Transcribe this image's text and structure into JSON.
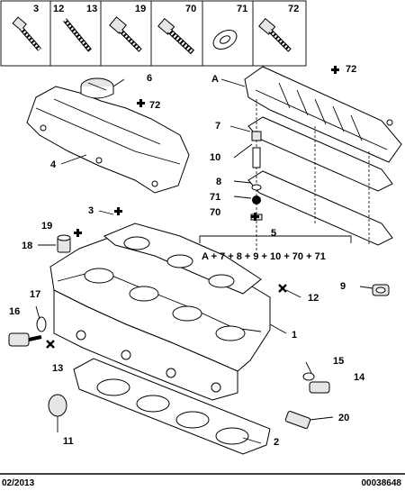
{
  "header_parts": [
    "3",
    "12",
    "13",
    "19",
    "70",
    "71",
    "72"
  ],
  "labels": {
    "a_cover": "A",
    "l72_top": "72",
    "l6": "6",
    "l72_mid": "72",
    "l4": "4",
    "l7": "7",
    "l10": "10",
    "l8": "8",
    "l71": "71",
    "l70": "70",
    "l3": "3",
    "l19": "19",
    "l18": "18",
    "l5": "5",
    "formula": "A + 7 + 8 + 9 + 10 + 70 + 71",
    "l9": "9",
    "l12": "12",
    "l17": "17",
    "l16": "16",
    "l1": "1",
    "l13": "13",
    "l15": "15",
    "l14": "14",
    "l20": "20",
    "l11": "11",
    "l2": "2"
  },
  "footer": {
    "date": "02/2013",
    "ref": "00038648"
  }
}
